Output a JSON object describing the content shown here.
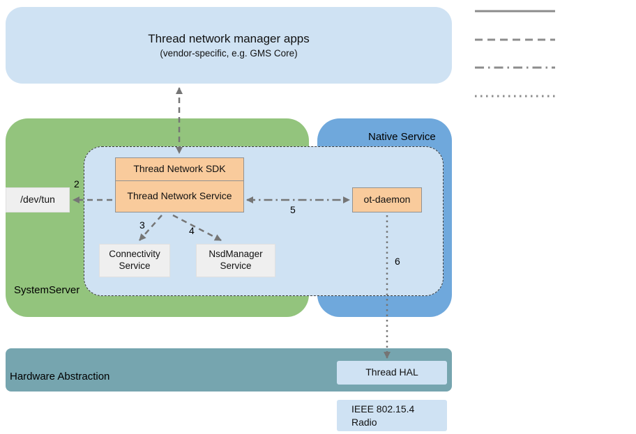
{
  "apps_box": {
    "title": "Thread network manager apps",
    "subtitle": "(vendor-specific, e.g. GMS Core)"
  },
  "groups": {
    "system_server_label": "SystemServer",
    "native_service_label": "Native Service",
    "hardware_abstraction_label": "Hardware Abstraction"
  },
  "nodes": {
    "thread_network_sdk": "Thread Network SDK",
    "thread_network_service": "Thread Network Service",
    "dev_tun": "/dev/tun",
    "connectivity_service": "Connectivity Service",
    "nsd_manager_service": "NsdManager Service",
    "ot_daemon": "ot-daemon",
    "thread_hal": "Thread HAL",
    "ieee_radio_line1": "IEEE 802.15.4",
    "ieee_radio_line2": "Radio"
  },
  "arrow_labels": {
    "a2": "2",
    "a3": "3",
    "a4": "4",
    "a5": "5",
    "a6": "6"
  },
  "legend": {
    "line_styles": [
      "solid",
      "dashed",
      "dash-dot",
      "dotted"
    ]
  },
  "colors": {
    "light_blue": "#cfe2f3",
    "green": "#93c47d",
    "blue": "#6fa8dc",
    "orange": "#f9cb9c",
    "gray_box": "#efefef",
    "teal": "#76a5af",
    "arrow_gray": "#757575"
  }
}
